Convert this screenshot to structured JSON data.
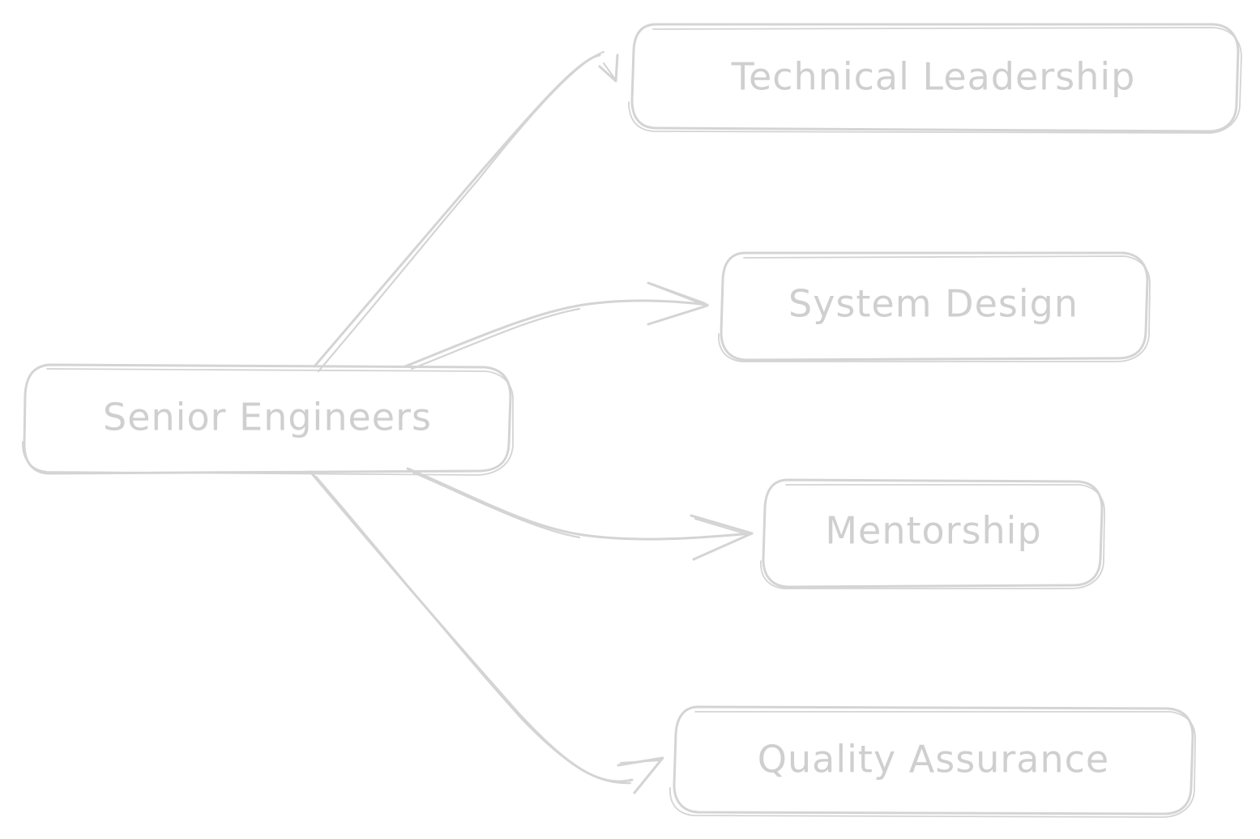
{
  "diagram": {
    "type": "flowchart",
    "style": "hand-drawn",
    "colors": {
      "stroke": "#d4d4d4",
      "text": "#cfcfcf",
      "background": "#ffffff"
    },
    "root": {
      "id": "senior-engineers",
      "label": "Senior Engineers"
    },
    "children": [
      {
        "id": "technical-leadership",
        "label": "Technical Leadership"
      },
      {
        "id": "system-design",
        "label": "System Design"
      },
      {
        "id": "mentorship",
        "label": "Mentorship"
      },
      {
        "id": "quality-assurance",
        "label": "Quality Assurance"
      }
    ],
    "edges": [
      {
        "from": "senior-engineers",
        "to": "technical-leadership"
      },
      {
        "from": "senior-engineers",
        "to": "system-design"
      },
      {
        "from": "senior-engineers",
        "to": "mentorship"
      },
      {
        "from": "senior-engineers",
        "to": "quality-assurance"
      }
    ]
  }
}
